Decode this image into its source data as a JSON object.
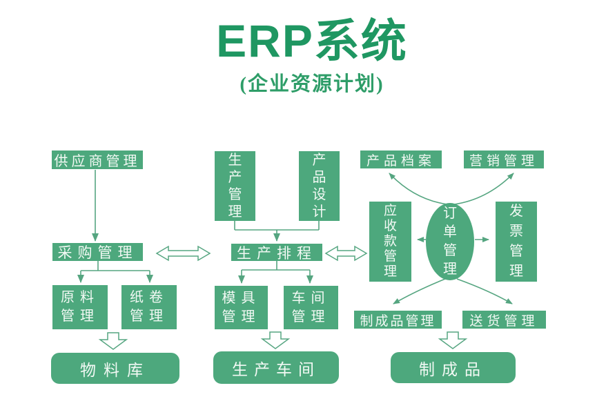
{
  "header": {
    "title": "ERP系统",
    "subtitle": "(企业资源计划)"
  },
  "colors": {
    "title_green": "#1f9762",
    "box_green": "#4da87d",
    "line_green": "#55a580",
    "text_light": "#f2f9f4"
  },
  "nodes": {
    "supplier": {
      "label": "供应商管理"
    },
    "purchasing": {
      "label": "采购管理"
    },
    "raw_material": {
      "label": "原料\n管理"
    },
    "paper_roll": {
      "label": "纸卷\n管理"
    },
    "material_warehouse": {
      "label": "物料库"
    },
    "production_mgmt": {
      "label": "生\n产\n管\n理"
    },
    "product_design": {
      "label": "产\n品\n设\n计"
    },
    "production_scheduling": {
      "label": "生产排程"
    },
    "mold_mgmt": {
      "label": "模具\n管理"
    },
    "workshop_mgmt": {
      "label": "车间\n管理"
    },
    "production_workshop": {
      "label": "生产车间"
    },
    "product_archive": {
      "label": "产品档案"
    },
    "marketing": {
      "label": "营销管理"
    },
    "receivables": {
      "label": "应\n收\n款\n管\n理"
    },
    "order_mgmt": {
      "label": "订\n单\n管\n理"
    },
    "invoice": {
      "label": "发\n票\n管\n理"
    },
    "finished_goods_mgmt": {
      "label": "制成品管理"
    },
    "delivery": {
      "label": "送货管理"
    },
    "finished_goods": {
      "label": "制成品"
    }
  }
}
